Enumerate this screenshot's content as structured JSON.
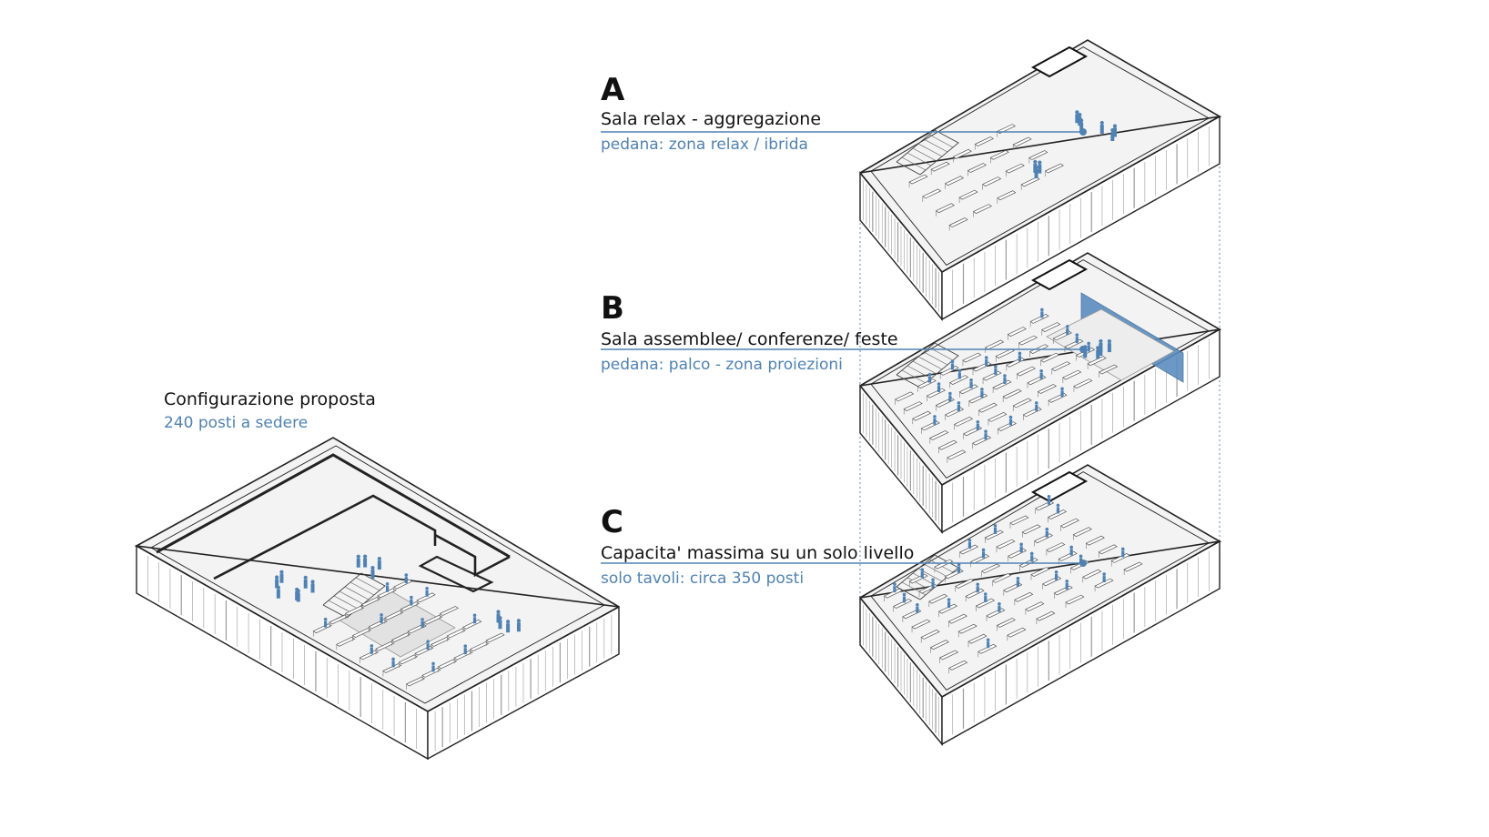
{
  "proposal": {
    "title": "Configurazione proposta",
    "subtitle": "240 posti a sedere"
  },
  "configs": [
    {
      "letter": "A",
      "title": "Sala relax - aggregazione",
      "subtitle": "pedana: zona relax / ibrida"
    },
    {
      "letter": "B",
      "title": "Sala assemblee/ conferenze/ feste",
      "subtitle": "pedana: palco - zona proiezioni"
    },
    {
      "letter": "C",
      "title": "Capacita' massima su un solo livello",
      "subtitle": "solo tavoli: circa 350 posti"
    }
  ],
  "colors": {
    "accent": "#4f82b3",
    "line": "#222222",
    "light_line": "#9a9a9a",
    "floor": "#f3f3f3",
    "screen": "#5b8dbf"
  }
}
